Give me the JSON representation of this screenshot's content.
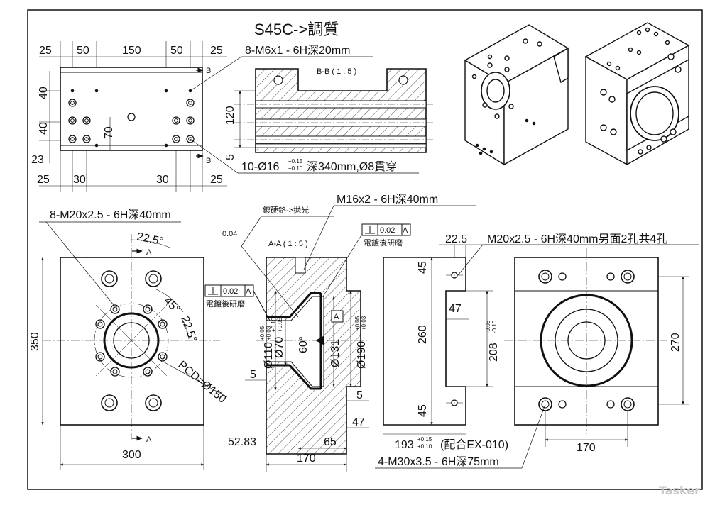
{
  "drawing": {
    "title": "S45C->調質",
    "top_view": {
      "dims_top": [
        "25",
        "50",
        "150",
        "50",
        "25"
      ],
      "dims_left": [
        "40",
        "40",
        "23"
      ],
      "dims_bottom": [
        "25",
        "30",
        "30",
        "25"
      ],
      "dim_inner": "70",
      "section_mark": "B",
      "note_tap": "8-M6x1 - 6H深20mm",
      "note_bore_main": "10-Ø16",
      "note_bore_tol_up": "+0.15",
      "note_bore_tol_low": "+0.10",
      "note_bore_rest": "深340mm,Ø8貫穿"
    },
    "section_bb": {
      "title": "B-B ( 1 : 5 )",
      "dim_120": "120",
      "dim_5": "5"
    },
    "front_view": {
      "note_tap": "8-M20x2.5 - 6H深40mm",
      "angle_a": "22.5°",
      "angle_b": "45°",
      "angle_c": "22.5°",
      "pcd": "PCD=Ø150",
      "dim_height": "350",
      "dim_width": "300",
      "section_mark": "A"
    },
    "section_aa": {
      "title": "A-A ( 1 : 5 )",
      "note_plating": "鍍硬鉻->拋光",
      "note_thread": "M16x2 - 6H深40mm",
      "roughness": "0.04",
      "perp_tol": "0.02",
      "datum": "A",
      "grind_note": "電鍍後研磨",
      "perp_tol_left": "0.02",
      "datum_left": "A",
      "grind_note_left": "電鍍後研磨",
      "dia_110": "Ø110",
      "dia_110_up": "+0.05",
      "dia_110_low": "+0.03",
      "dia_70": "Ø70",
      "dia_70_up": "+0.10",
      "dia_70_low": "+0.05",
      "angle_60": "60°",
      "dia_131": "Ø131",
      "dia_190": "Ø190",
      "dia_190_up": "+0.05",
      "dia_190_low": "+0.03",
      "datum_box": "A",
      "dim_5_left": "5",
      "dim_5_right": "5",
      "dim_47": "47",
      "dim_52_83": "52.83",
      "dim_65": "65",
      "dim_170": "170"
    },
    "side_view": {
      "dim_22_5": "22.5",
      "dim_45_top": "45",
      "dim_47": "47",
      "dim_260": "260",
      "dim_208": "208",
      "dim_208_up": "-0.05",
      "dim_208_low": "-0.10",
      "dim_45_bot": "45",
      "note_tap": "M20x2.5 - 6H深40mm另面2孔共4孔",
      "dim_193": "193",
      "dim_193_up": "+0.15",
      "dim_193_low": "+0.10",
      "dim_193_rest": "(配合EX-010)"
    },
    "end_view": {
      "dim_270": "270",
      "dim_170": "170",
      "note_tap": "4-M30x3.5 - 6H深75mm"
    },
    "watermark": "Tasker"
  }
}
